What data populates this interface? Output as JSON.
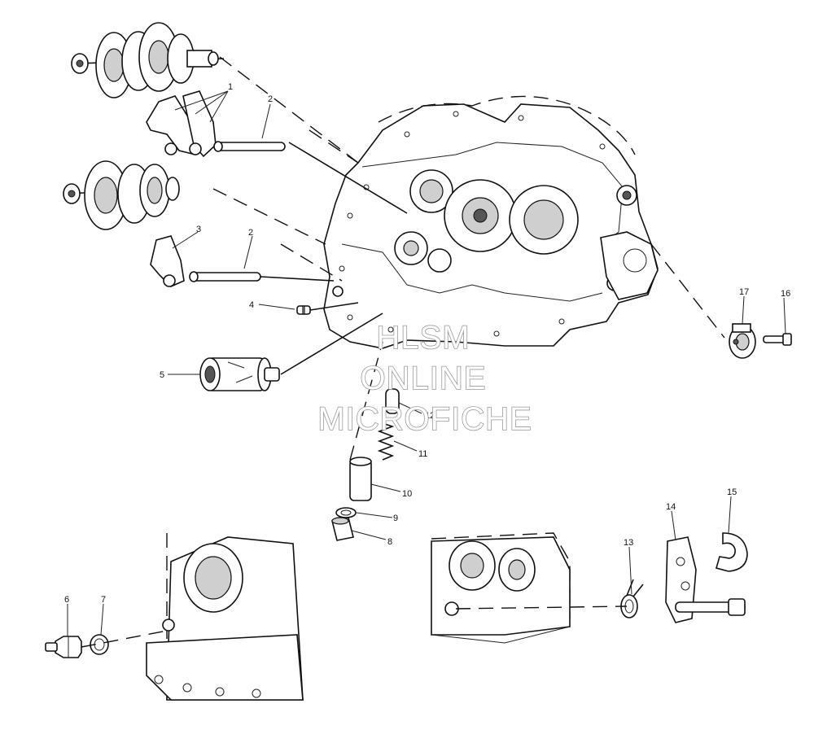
{
  "watermark": {
    "line1": "HLSM",
    "line2": "ONLINE",
    "line3": "MICROFICHE"
  },
  "callouts": {
    "c1": "1",
    "c2a": "2",
    "c2b": "2",
    "c3": "3",
    "c4": "4",
    "c5": "5",
    "c6": "6",
    "c7": "7",
    "c8": "8",
    "c9": "9",
    "c10": "10",
    "c11": "11",
    "c12": "12",
    "c13": "13",
    "c14": "14",
    "c15": "15",
    "c16": "16",
    "c17": "17"
  }
}
